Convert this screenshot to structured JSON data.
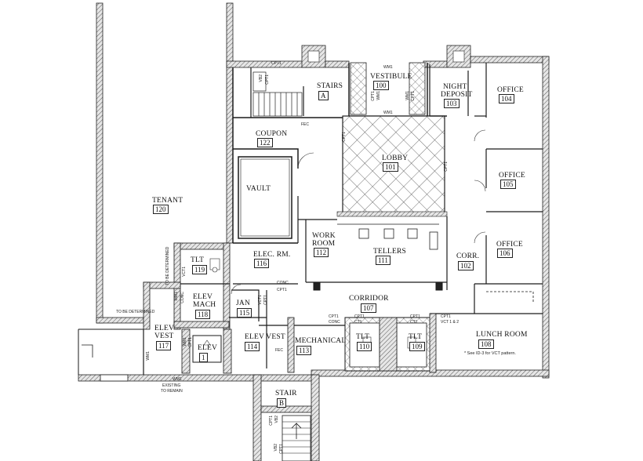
{
  "rooms": {
    "stairs_a": {
      "name": "STAIRS",
      "number": "A"
    },
    "vestibule": {
      "name": "VESTIBULE",
      "number": "100"
    },
    "night_deposit": {
      "name1": "NIGHT",
      "name2": "DEPOSIT",
      "number": "103"
    },
    "office_104": {
      "name": "OFFICE",
      "number": "104"
    },
    "coupon": {
      "name": "COUPON",
      "number": "122"
    },
    "lobby": {
      "name": "LOBBY",
      "number": "101"
    },
    "office_105": {
      "name": "OFFICE",
      "number": "105"
    },
    "vault": {
      "name": "VAULT"
    },
    "tenant": {
      "name": "TENANT",
      "number": "120"
    },
    "work_room": {
      "name1": "WORK",
      "name2": "ROOM",
      "number": "112"
    },
    "tellers": {
      "name": "TELLERS",
      "number": "111"
    },
    "office_106": {
      "name": "OFFICE",
      "number": "106"
    },
    "tlt_119": {
      "name": "TLT",
      "number": "119"
    },
    "elec_rm": {
      "name": "ELEC. RM.",
      "number": "116"
    },
    "corr_102": {
      "name": "CORR.",
      "number": "102"
    },
    "elev_mach": {
      "name1": "ELEV",
      "name2": "MACH",
      "number": "118"
    },
    "jan": {
      "name": "JAN",
      "number": "115"
    },
    "corridor": {
      "name": "CORRIDOR",
      "number": "107"
    },
    "elev_vest_117": {
      "name1": "ELEV",
      "name2": "VEST",
      "number": "117"
    },
    "elev": {
      "name": "ELEV",
      "number": "1"
    },
    "elev_vest_114": {
      "name": "ELEV VEST",
      "number": "114"
    },
    "mechanical": {
      "name": "MECHANICAL",
      "number": "113"
    },
    "tlt_110": {
      "name": "TLT",
      "number": "110"
    },
    "tlt_109": {
      "name": "TLT",
      "number": "109"
    },
    "lunch_room": {
      "name": "LUNCH ROOM",
      "number": "108"
    },
    "stair_b": {
      "name": "STAIR",
      "number": "B"
    }
  },
  "notes": {
    "to_be_determined_1": "TO BE DETERMINED",
    "to_be_determined_2": "TO BE DETERMINED",
    "existing_1": "EXISTING",
    "existing_2": "TO REMAIN",
    "vct_note": "* See ID-3 for VCT pattern."
  },
  "finish_tags": {
    "cpt1": "CPT1",
    "wm1": "WM1",
    "vb2": "VB2",
    "conc": "CONC",
    "vct1": "VCT1",
    "ct1": "CT1",
    "fec": "FEC",
    "vct_12": "VCT 1 & 2"
  },
  "colors": {
    "line": "#1a1a1a",
    "wall_fill": "#d4d4d4",
    "hatch": "#333333"
  }
}
